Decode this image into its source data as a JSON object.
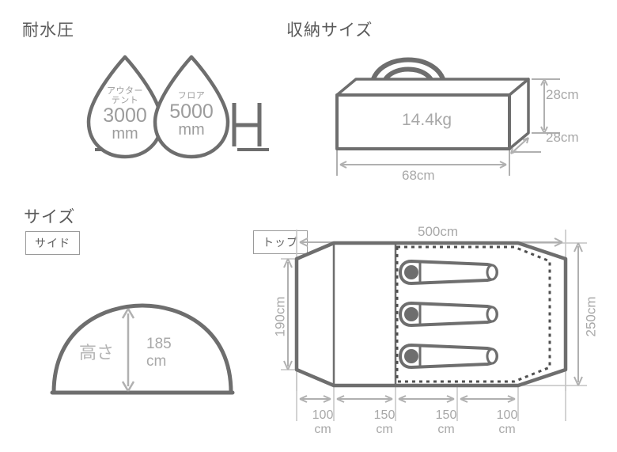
{
  "sections": {
    "water_resistance": {
      "title": "耐水圧",
      "drops": [
        {
          "name": "drop-outer-tent",
          "caption_line1": "アウター",
          "caption_line2": "テント",
          "value": "3000",
          "unit": "mm"
        },
        {
          "name": "drop-floor",
          "caption_line1": "フロア",
          "caption_line2": "",
          "value": "5000",
          "unit": "mm"
        }
      ],
      "side_symbol": "H"
    },
    "storage_size": {
      "title": "収納サイズ",
      "weight": "14.4kg",
      "width": "68cm",
      "height": "28cm",
      "depth": "28cm"
    },
    "size": {
      "title": "サイズ",
      "side_view": {
        "badge": "サイド",
        "height_word": "高さ",
        "height_value": "185",
        "height_unit": "cm"
      },
      "top_view": {
        "badge": "トップ",
        "total_width": "500cm",
        "inner_depth": "190cm",
        "total_depth": "250cm",
        "segments": [
          {
            "value": "100",
            "unit": "cm"
          },
          {
            "value": "150",
            "unit": "cm"
          },
          {
            "value": "150",
            "unit": "cm"
          },
          {
            "value": "100",
            "unit": "cm"
          }
        ],
        "sleeping_bags_count": 3
      }
    }
  },
  "colors": {
    "outline": "#6e6e6e",
    "dimension": "#b0b0b0",
    "text": "#a8a8a8",
    "title": "#5a5a5a"
  }
}
